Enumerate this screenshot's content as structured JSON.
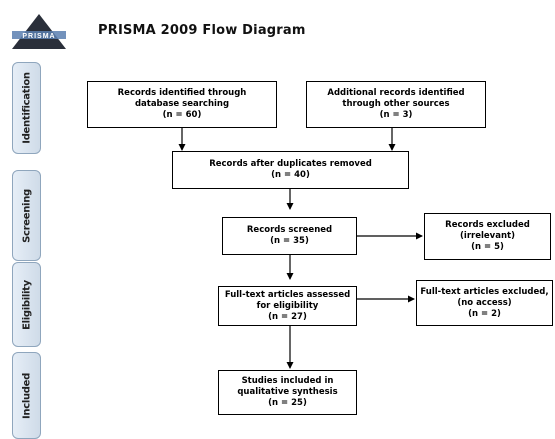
{
  "header": {
    "logo_text": "PRISMA",
    "title": "PRISMA 2009 Flow Diagram"
  },
  "stages": [
    {
      "key": "identification",
      "label": "Identification"
    },
    {
      "key": "screening",
      "label": "Screening"
    },
    {
      "key": "eligibility",
      "label": "Eligibility"
    },
    {
      "key": "included",
      "label": "Included"
    }
  ],
  "boxes": {
    "database": {
      "line1": "Records identified through",
      "line2": "database searching",
      "count": "(n = 60)"
    },
    "other_sources": {
      "line1": "Additional records identified",
      "line2": "through other sources",
      "count": "(n = 3)"
    },
    "duplicates_removed": {
      "line1": "Records after duplicates removed",
      "count": "(n = 40)"
    },
    "screened": {
      "line1": "Records screened",
      "count": "(n = 35)"
    },
    "excluded": {
      "line1": "Records excluded",
      "line2": "(irrelevant)",
      "count": "(n = 5)"
    },
    "fulltext_assessed": {
      "line1": "Full-text articles assessed",
      "line2": "for eligibility",
      "count": "(n = 27)"
    },
    "fulltext_excluded": {
      "line1": "Full-text articles excluded,",
      "line2": "(no access)",
      "count": "(n = 2)"
    },
    "included": {
      "line1": "Studies included in",
      "line2": "qualitative synthesis",
      "count": "(n = 25)"
    }
  }
}
